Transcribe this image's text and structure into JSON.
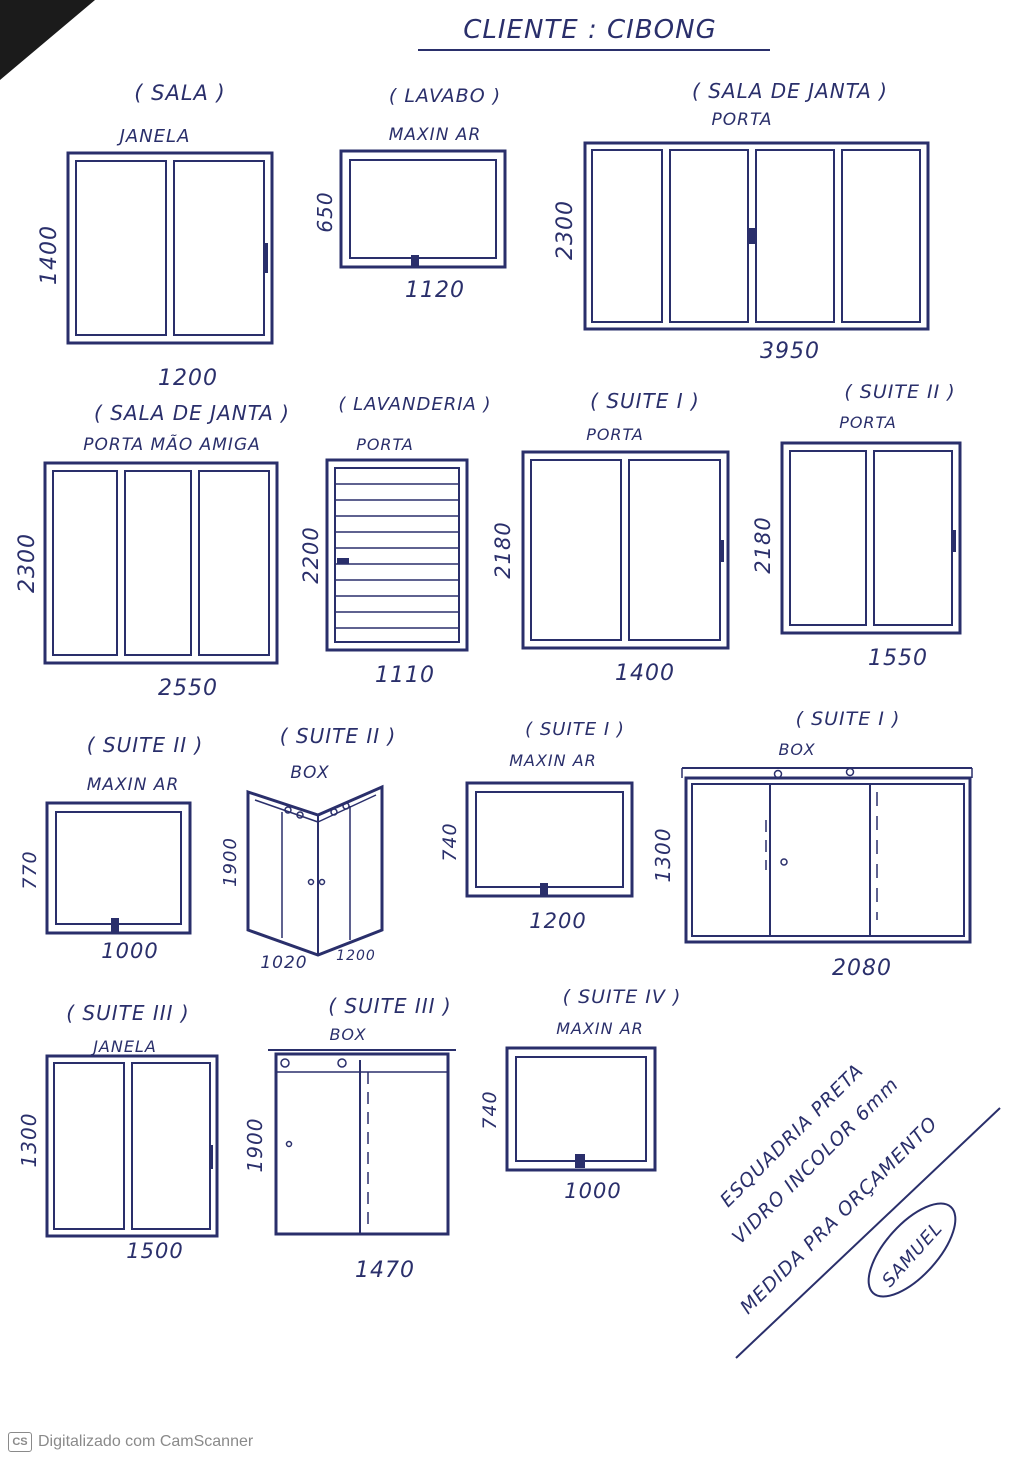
{
  "header": {
    "client": "CLIENTE : CIBONG"
  },
  "items": [
    {
      "room": "( SALA )",
      "type": "JANELA",
      "width": "1200",
      "height": "1400"
    },
    {
      "room": "( LAVABO )",
      "type": "MAXIN AR",
      "width": "1120",
      "height": "650"
    },
    {
      "room": "( SALA DE JANTA )",
      "type": "PORTA",
      "width": "3950",
      "height": "2300"
    },
    {
      "room": "( SALA DE JANTA )",
      "type": "PORTA MÃO AMIGA",
      "width": "2550",
      "height": "2300"
    },
    {
      "room": "( LAVANDERIA )",
      "type": "PORTA",
      "width": "1110",
      "height": "2200"
    },
    {
      "room": "( SUITE I )",
      "type": "PORTA",
      "width": "1400",
      "height": "2180"
    },
    {
      "room": "( SUITE II )",
      "type": "PORTA",
      "width": "1550",
      "height": "2180"
    },
    {
      "room": "( SUITE II )",
      "type": "MAXIN AR",
      "width": "1000",
      "height": "770"
    },
    {
      "room": "( SUITE II )",
      "type": "BOX",
      "width": "1020",
      "width2": "1200",
      "height": "1900"
    },
    {
      "room": "( SUITE I )",
      "type": "MAXIN AR",
      "width": "1200",
      "height": "740"
    },
    {
      "room": "( SUITE I )",
      "type": "BOX",
      "width": "2080",
      "height": "1300"
    },
    {
      "room": "( SUITE III )",
      "type": "JANELA",
      "width": "1500",
      "height": "1300"
    },
    {
      "room": "( SUITE III )",
      "type": "BOX",
      "width": "1470",
      "height": "1900"
    },
    {
      "room": "( SUITE IV )",
      "type": "MAXIN AR",
      "width": "1000",
      "height": "740"
    }
  ],
  "notes": {
    "line1": "ESQUADRIA PRETA",
    "line2": "VIDRO INCOLOR 6mm",
    "line3": "MEDIDA PRA ORÇAMENTO",
    "signature": "SAMUEL"
  },
  "footer": {
    "logo": "CS",
    "text": "Digitalizado com CamScanner"
  },
  "colors": {
    "ink": "#2a2f6b",
    "paper": "#ffffff",
    "footer": "#8a8a8a"
  }
}
